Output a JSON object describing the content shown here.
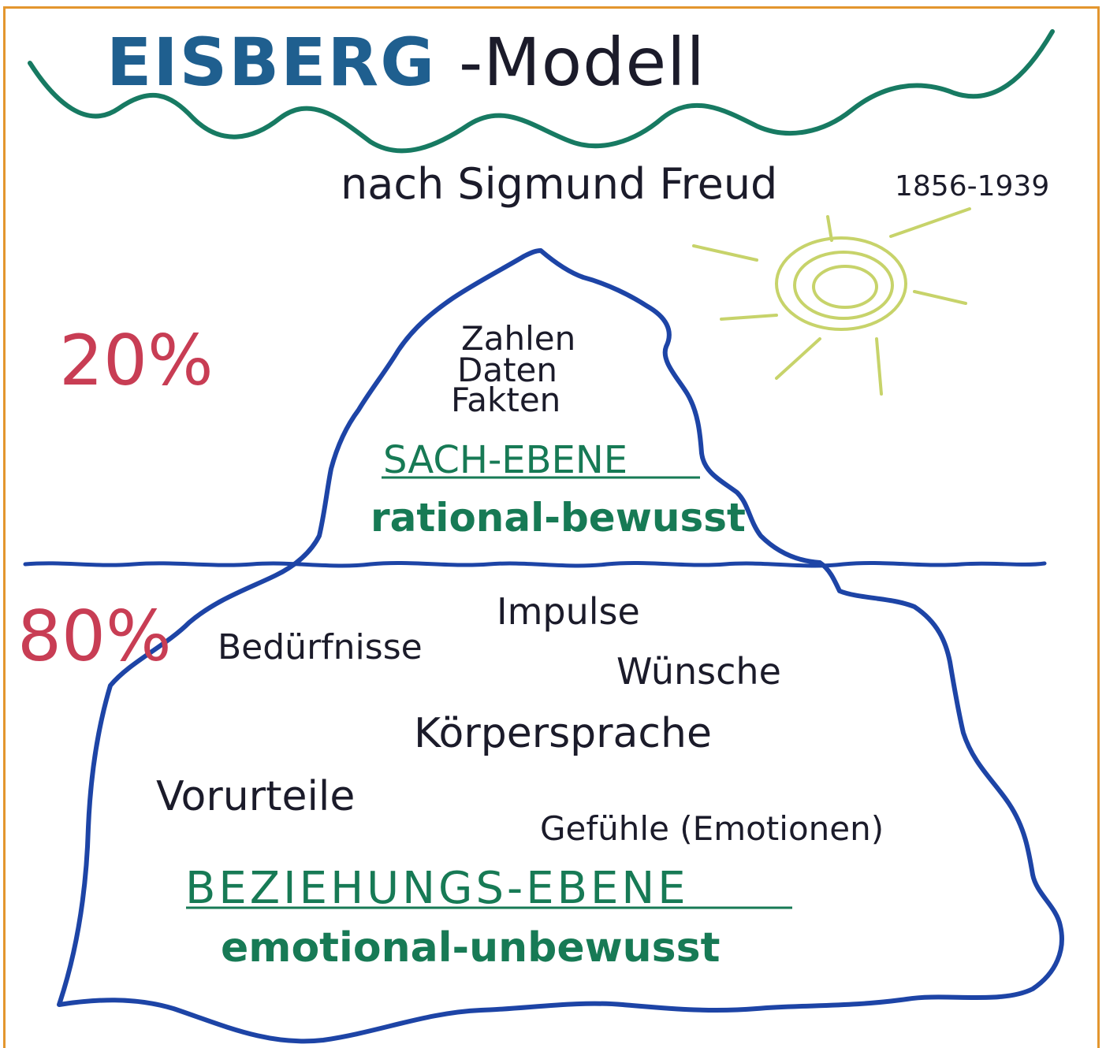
{
  "title": {
    "main": "EISBERG",
    "rest": "-Modell"
  },
  "subtitle": {
    "text": "nach Sigmund Freud",
    "years": "1856-1939"
  },
  "tip": {
    "percent": "20%",
    "items": [
      "Zahlen",
      "Daten",
      "Fakten"
    ],
    "level": "SACH-EBENE",
    "level_desc": "rational-bewusst"
  },
  "base": {
    "percent": "80%",
    "items": {
      "impulse": "Impulse",
      "beduerfnisse": "Bedürfnisse",
      "wuensche": "Wünsche",
      "koerpersprache": "Körpersprache",
      "vorurteile": "Vorurteile",
      "gefuehle": "Gefühle (Emotionen)"
    },
    "level": "BEZIEHUNGS-EBENE",
    "level_desc": "emotional-unbewusst"
  },
  "colors": {
    "frame": "#e3962e",
    "waves": "#177a62",
    "iceberg_outline": "#1d44a6",
    "waterline": "#1d44a6",
    "sun": "#c7d36a",
    "percent": "#c83d54",
    "level": "#177a55",
    "title_main": "#1f5f8f",
    "ink": "#1b1b2a"
  },
  "icons": [
    "sun-icon",
    "waves-icon"
  ]
}
